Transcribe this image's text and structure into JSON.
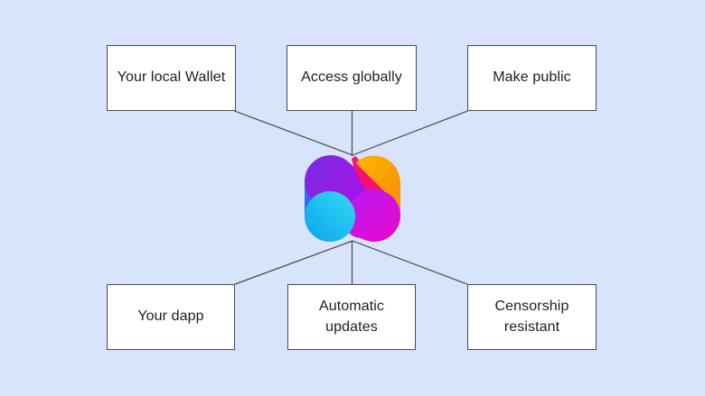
{
  "diagram": {
    "top_nodes": [
      {
        "label": "Your local Wallet"
      },
      {
        "label": "Access globally"
      },
      {
        "label": "Make public"
      }
    ],
    "bottom_nodes": [
      {
        "label": "Your dapp"
      },
      {
        "label": "Automatic updates"
      },
      {
        "label": "Censorship resistant"
      }
    ],
    "center_icon": "fission-logo"
  },
  "colors": {
    "background": "#d8e4fc",
    "node_fill": "#ffffff",
    "node_border": "#4a4a52",
    "connector": "#45454d",
    "text": "#1c1c24",
    "logo": {
      "purple": "#7b2ce0",
      "violet": "#a414e6",
      "magenta_light": "#bf17ee",
      "magenta_deep": "#e609cf",
      "pink": "#fb0f73",
      "orange": "#ffb200",
      "orange_deep": "#f98c05",
      "blue": "#2e6cf4",
      "cyan_deep": "#0da9ee",
      "cyan_light": "#33d6f2"
    }
  }
}
